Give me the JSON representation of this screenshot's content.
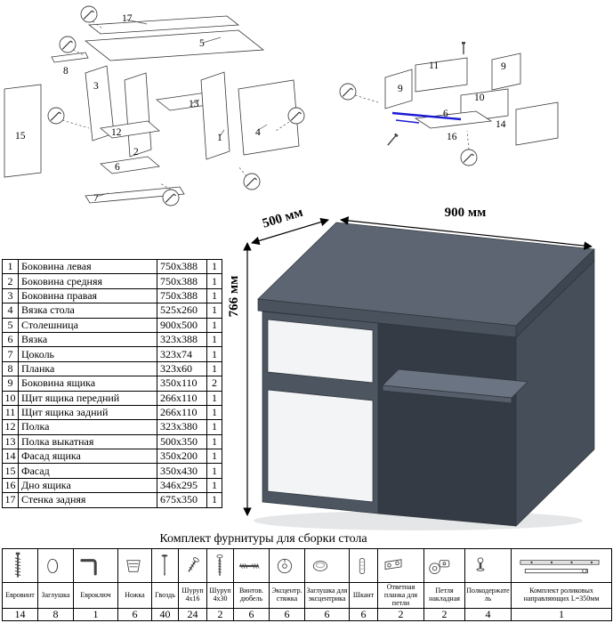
{
  "diagram_left": {
    "callouts": [
      "17",
      "5",
      "8",
      "3",
      "13",
      "12",
      "2",
      "6",
      "7",
      "15",
      "1",
      "4"
    ]
  },
  "diagram_right": {
    "callouts": [
      "11",
      "9",
      "9",
      "10",
      "6",
      "14",
      "16"
    ],
    "highlight_color": "#1a1ad6"
  },
  "parts_table": {
    "rows": [
      {
        "num": "1",
        "name": "Боковина левая",
        "size": "750x388",
        "qty": "1"
      },
      {
        "num": "2",
        "name": "Боковина средняя",
        "size": "750x388",
        "qty": "1"
      },
      {
        "num": "3",
        "name": "Боковина правая",
        "size": "750x388",
        "qty": "1"
      },
      {
        "num": "4",
        "name": "Вязка стола",
        "size": "525x260",
        "qty": "1"
      },
      {
        "num": "5",
        "name": "Столешница",
        "size": "900x500",
        "qty": "1"
      },
      {
        "num": "6",
        "name": "Вязка",
        "size": "323x388",
        "qty": "1"
      },
      {
        "num": "7",
        "name": "Цоколь",
        "size": "323x74",
        "qty": "1"
      },
      {
        "num": "8",
        "name": "Планка",
        "size": "323x60",
        "qty": "1"
      },
      {
        "num": "9",
        "name": "Боковина ящика",
        "size": "350x110",
        "qty": "2"
      },
      {
        "num": "10",
        "name": "Щит ящика передний",
        "size": "266x110",
        "qty": "1"
      },
      {
        "num": "11",
        "name": "Щит ящика задний",
        "size": "266x110",
        "qty": "1"
      },
      {
        "num": "12",
        "name": "Полка",
        "size": "323x380",
        "qty": "1"
      },
      {
        "num": "13",
        "name": "Полка выкатная",
        "size": "500x350",
        "qty": "1"
      },
      {
        "num": "14",
        "name": "Фасад ящика",
        "size": "350x200",
        "qty": "1"
      },
      {
        "num": "15",
        "name": "Фасад",
        "size": "350x430",
        "qty": "1"
      },
      {
        "num": "16",
        "name": "Дно ящика",
        "size": "346x295",
        "qty": "1"
      },
      {
        "num": "17",
        "name": "Стенка задняя",
        "size": "675x350",
        "qty": "1"
      }
    ]
  },
  "desk": {
    "width_label": "900 мм",
    "depth_label": "500 мм",
    "height_label": "766 мм",
    "body_color": "#4c5560",
    "front_color": "#f3f4f5"
  },
  "hardware": {
    "title": "Комплект фурнитуры для сборки стола",
    "items": [
      {
        "name": "Евровинт",
        "qty": "14",
        "icon": "confirmat-screw-icon"
      },
      {
        "name": "Заглушка",
        "qty": "8",
        "icon": "cap-icon"
      },
      {
        "name": "Евроключ",
        "qty": "1",
        "icon": "hex-key-icon"
      },
      {
        "name": "Ножка",
        "qty": "6",
        "icon": "foot-icon"
      },
      {
        "name": "Гвоздь",
        "qty": "40",
        "icon": "nail-icon"
      },
      {
        "name": "Шуруп 4x16",
        "qty": "24",
        "icon": "screw-4x16-icon"
      },
      {
        "name": "Шуруп 4x30",
        "qty": "2",
        "icon": "screw-4x30-icon"
      },
      {
        "name": "Винтов. дюбель",
        "qty": "6",
        "icon": "dowel-screw-icon"
      },
      {
        "name": "Эксцентр. стяжка",
        "qty": "6",
        "icon": "cam-lock-icon"
      },
      {
        "name": "Заглушка для эксцентрика",
        "qty": "6",
        "icon": "cam-cap-icon"
      },
      {
        "name": "Шкант",
        "qty": "6",
        "icon": "wooden-dowel-icon"
      },
      {
        "name": "Ответная планка для петли",
        "qty": "2",
        "icon": "hinge-plate-icon"
      },
      {
        "name": "Петля накладная",
        "qty": "2",
        "icon": "hinge-icon"
      },
      {
        "name": "Полкодержатель",
        "qty": "4",
        "icon": "shelf-pin-icon"
      },
      {
        "name": "Комплект роликовых направляющих L=350мм",
        "qty": "1",
        "icon": "roller-guides-icon"
      }
    ]
  }
}
